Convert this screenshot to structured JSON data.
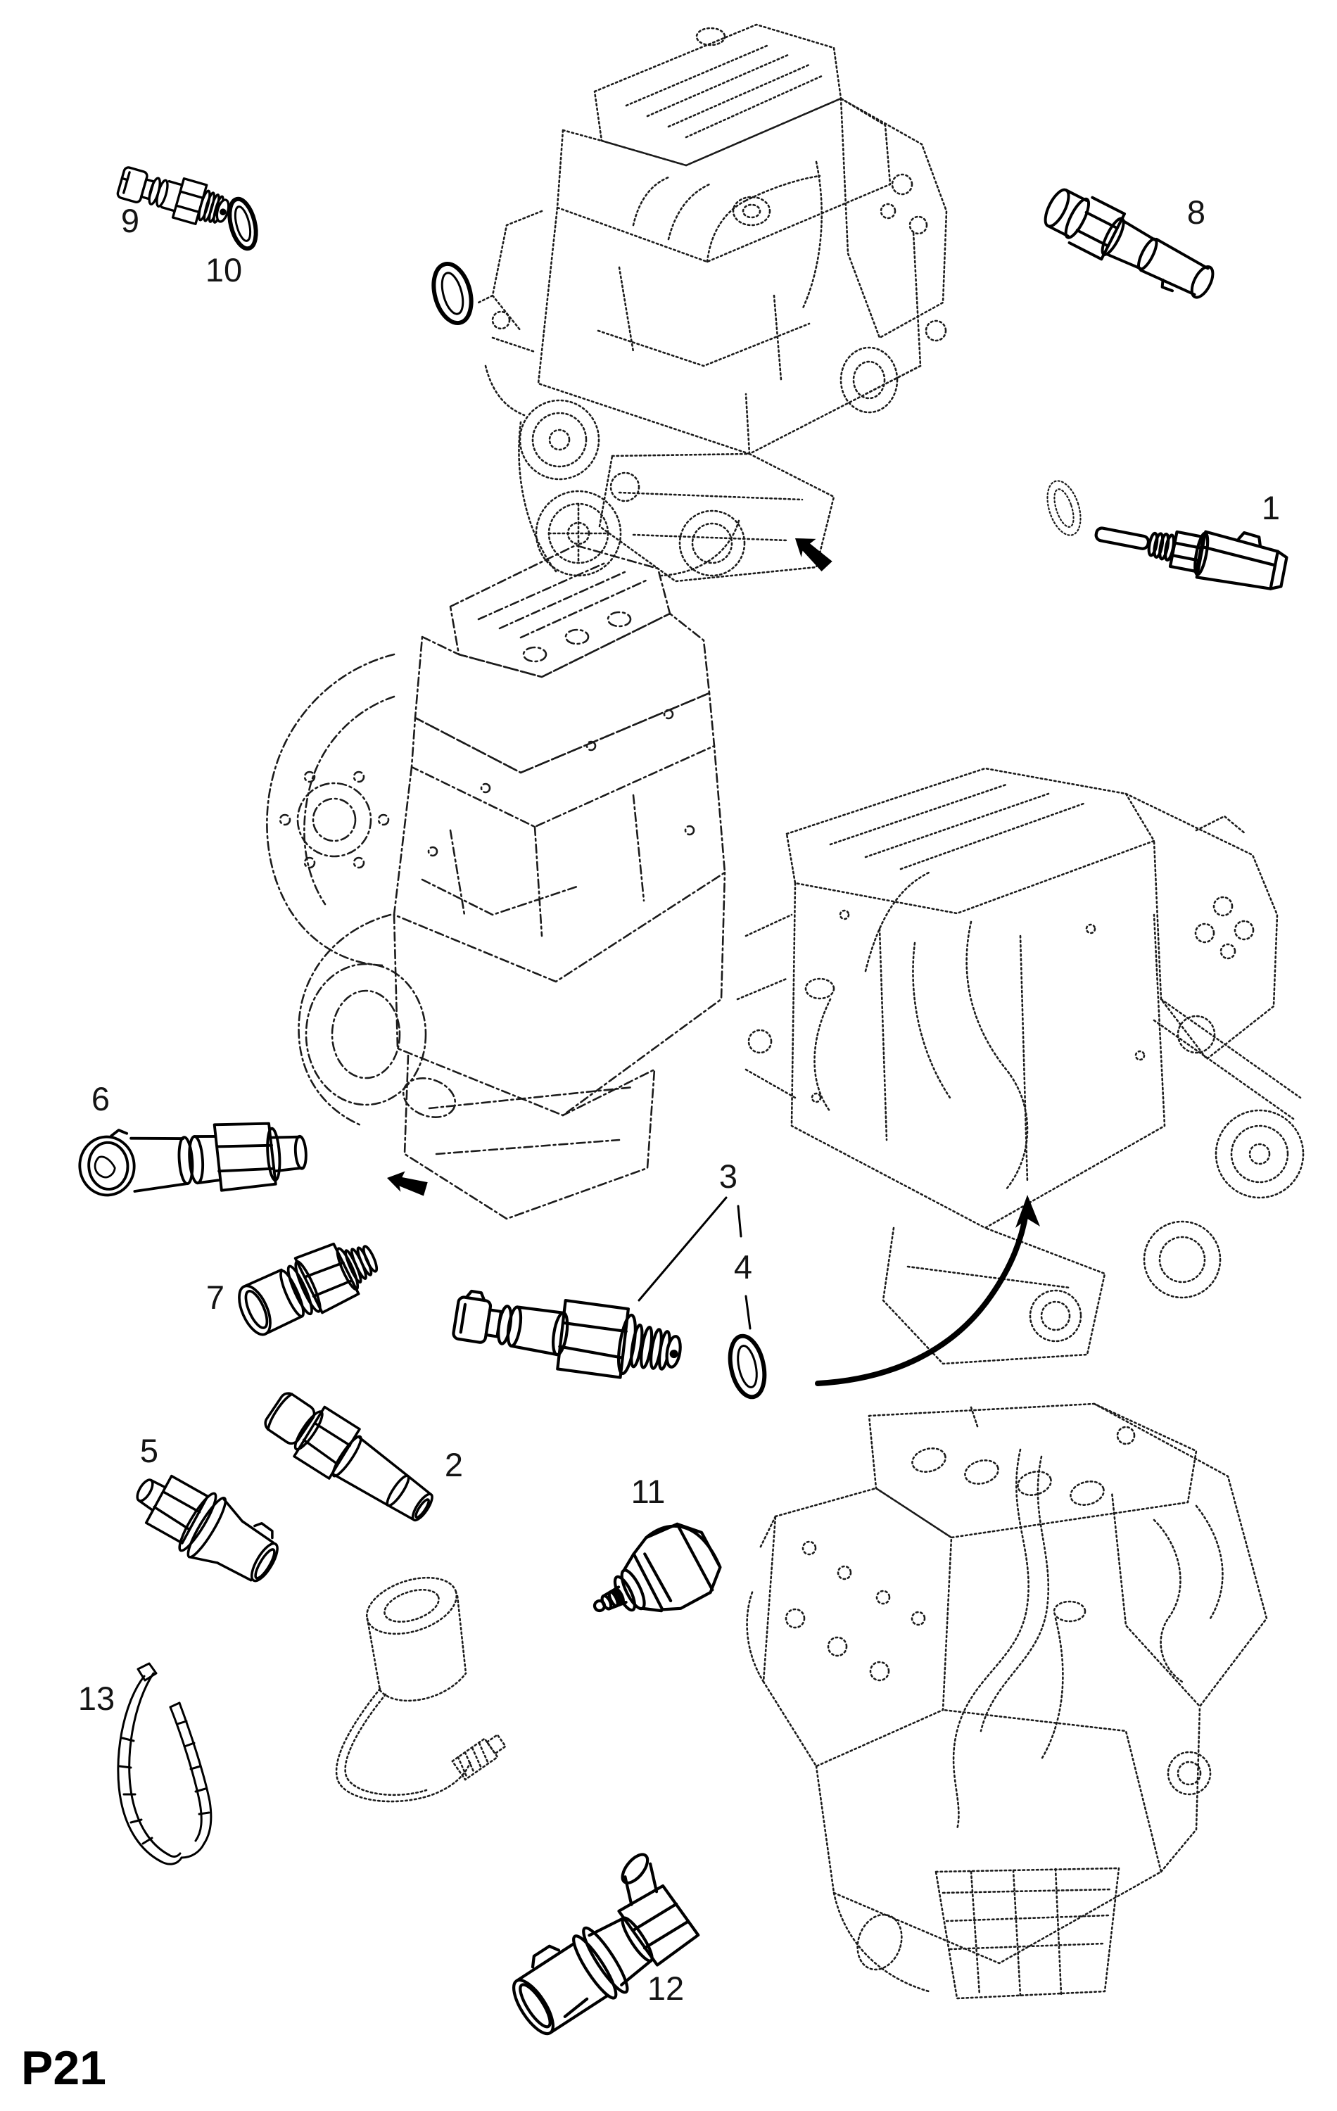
{
  "diagram": {
    "page_code": "P21",
    "background_color": "#ffffff",
    "line_color": "#1b1b1b",
    "callouts": [
      {
        "label": "9"
      },
      {
        "label": "10"
      },
      {
        "label": "8"
      },
      {
        "label": "1"
      },
      {
        "label": "6"
      },
      {
        "label": "7"
      },
      {
        "label": "3"
      },
      {
        "label": "4"
      },
      {
        "label": "5"
      },
      {
        "label": "2"
      },
      {
        "label": "11"
      },
      {
        "label": "13"
      },
      {
        "label": "12"
      }
    ]
  }
}
